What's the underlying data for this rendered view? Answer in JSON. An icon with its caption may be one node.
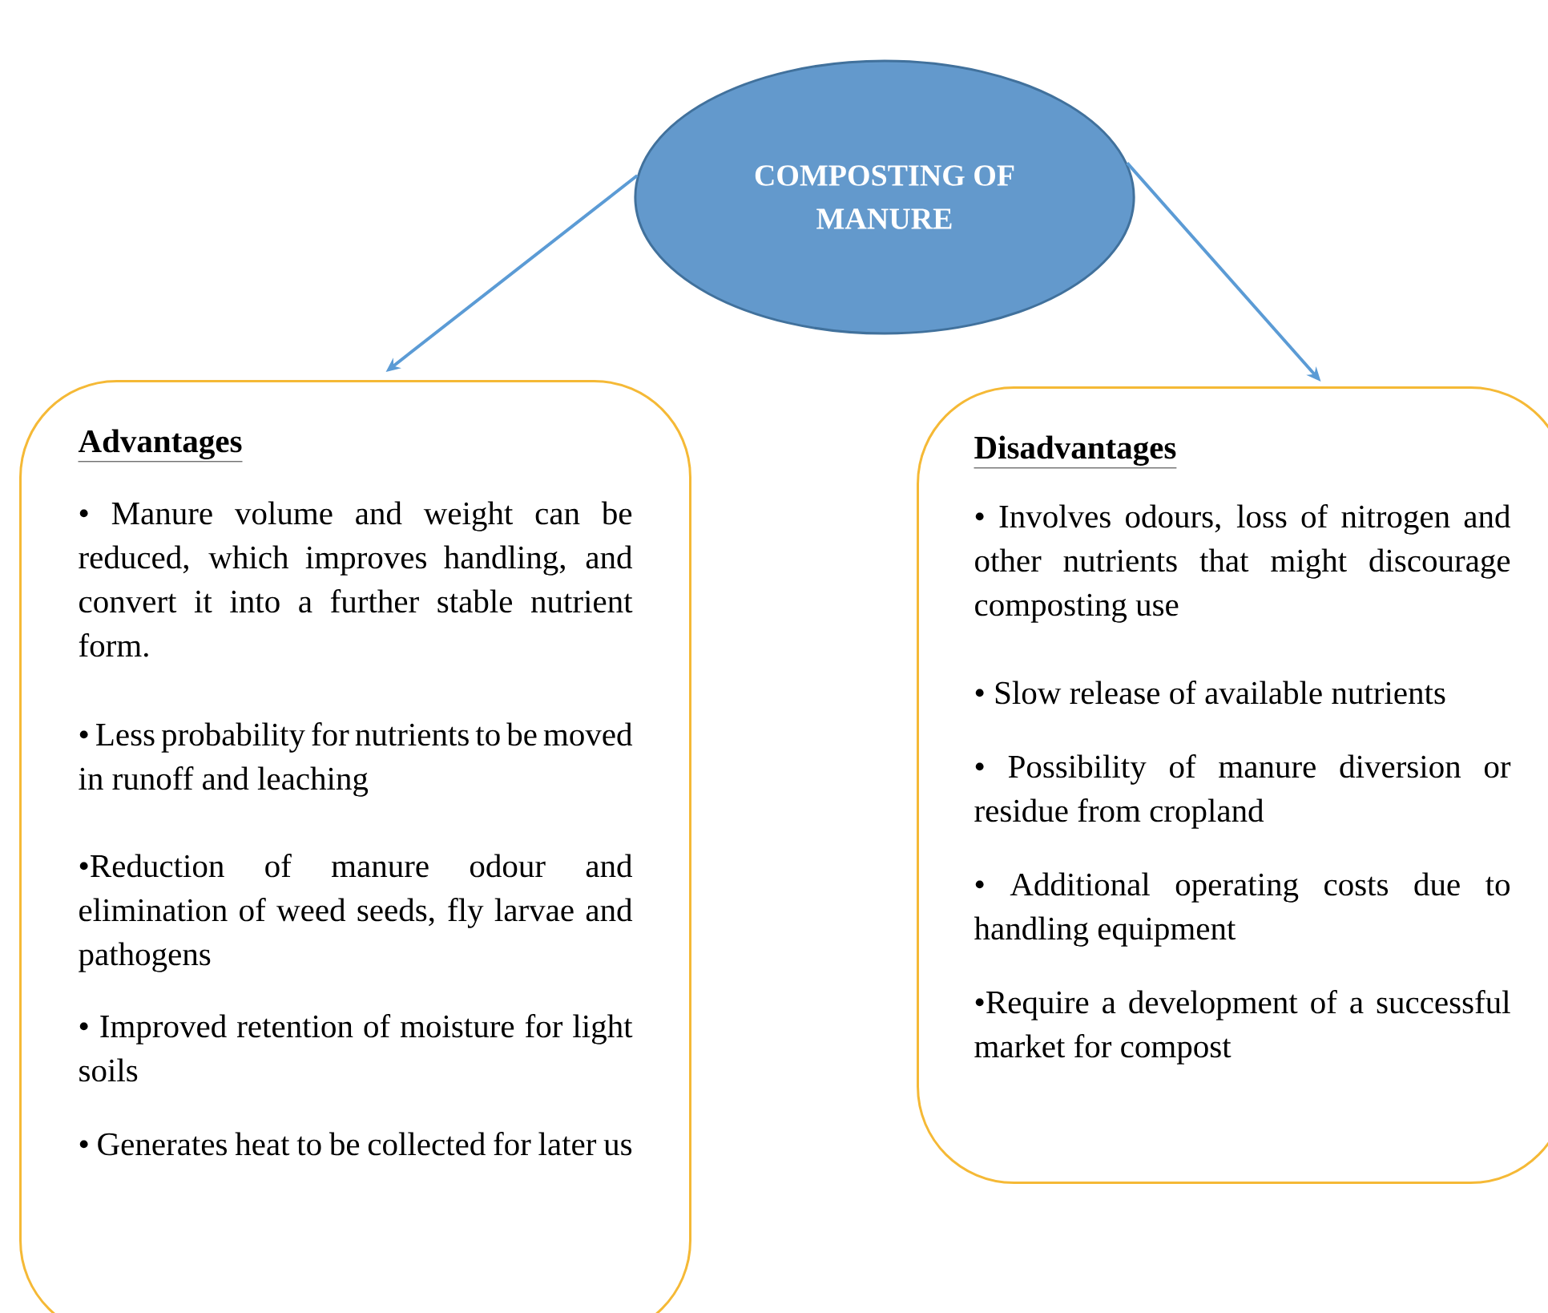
{
  "diagram": {
    "nodes": [
      {
        "text": [
          "COMPOSTING OF MANURE"
        ]
      },
      {
        "text": [
          "Advantages",
          "• Manure volume and weight can be reduced, which improves handling, and convert it into a further stable nutrient form.",
          "• Less probability for nutrients to be moved in runoff and leaching",
          "•Reduction of manure odour and elimination of weed seeds, fly larvae and pathogens",
          "• Improved retention of moisture for light soils",
          "• Generates heat to be collected for later us"
        ]
      },
      {
        "text": [
          "Disadvantages",
          "• Involves odours, loss of nitrogen and other nutrients that might discourage composting use",
          "• Slow release of available nutrients",
          "• Possibility of manure diversion or residue from cropland",
          "• Additional operating costs due to handling equipment",
          "•Require a development of a successful market for compost"
        ]
      }
    ],
    "edges": [
      {
        "from": 0,
        "to": 1,
        "arrow": "to"
      },
      {
        "from": 0,
        "to": 2,
        "arrow": "to"
      }
    ]
  }
}
